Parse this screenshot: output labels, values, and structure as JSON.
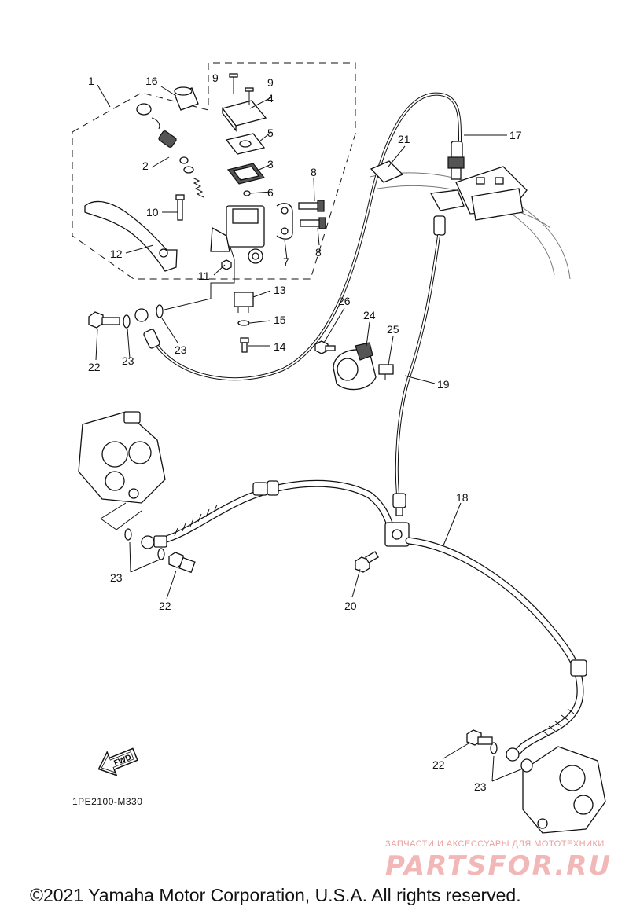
{
  "diagram": {
    "callouts": [
      {
        "id": "1",
        "label": "1"
      },
      {
        "id": "2",
        "label": "2"
      },
      {
        "id": "3",
        "label": "3"
      },
      {
        "id": "4",
        "label": "4"
      },
      {
        "id": "5",
        "label": "5"
      },
      {
        "id": "6",
        "label": "6"
      },
      {
        "id": "7",
        "label": "7"
      },
      {
        "id": "8a",
        "label": "8"
      },
      {
        "id": "8b",
        "label": "8"
      },
      {
        "id": "9a",
        "label": "9"
      },
      {
        "id": "9b",
        "label": "9"
      },
      {
        "id": "10",
        "label": "10"
      },
      {
        "id": "11",
        "label": "11"
      },
      {
        "id": "12",
        "label": "12"
      },
      {
        "id": "13",
        "label": "13"
      },
      {
        "id": "14",
        "label": "14"
      },
      {
        "id": "15",
        "label": "15"
      },
      {
        "id": "16",
        "label": "16"
      },
      {
        "id": "17",
        "label": "17"
      },
      {
        "id": "18",
        "label": "18"
      },
      {
        "id": "19",
        "label": "19"
      },
      {
        "id": "20",
        "label": "20"
      },
      {
        "id": "21",
        "label": "21"
      },
      {
        "id": "22a",
        "label": "22"
      },
      {
        "id": "22b",
        "label": "22"
      },
      {
        "id": "22c",
        "label": "22"
      },
      {
        "id": "23a",
        "label": "23"
      },
      {
        "id": "23b",
        "label": "23"
      },
      {
        "id": "23c",
        "label": "23"
      },
      {
        "id": "23d",
        "label": "23"
      },
      {
        "id": "24",
        "label": "24"
      },
      {
        "id": "25",
        "label": "25"
      },
      {
        "id": "26",
        "label": "26"
      }
    ],
    "fwd_label": "FWD",
    "code": "1PE2100-M330"
  },
  "watermark": {
    "tagline": "ЗАПЧАСТИ И АКСЕССУАРЫ ДЛЯ МОТОТЕХНИКИ",
    "logo": "PARTSFOR.RU"
  },
  "copyright": "©2021 Yamaha Motor Corporation, U.S.A. All rights reserved."
}
